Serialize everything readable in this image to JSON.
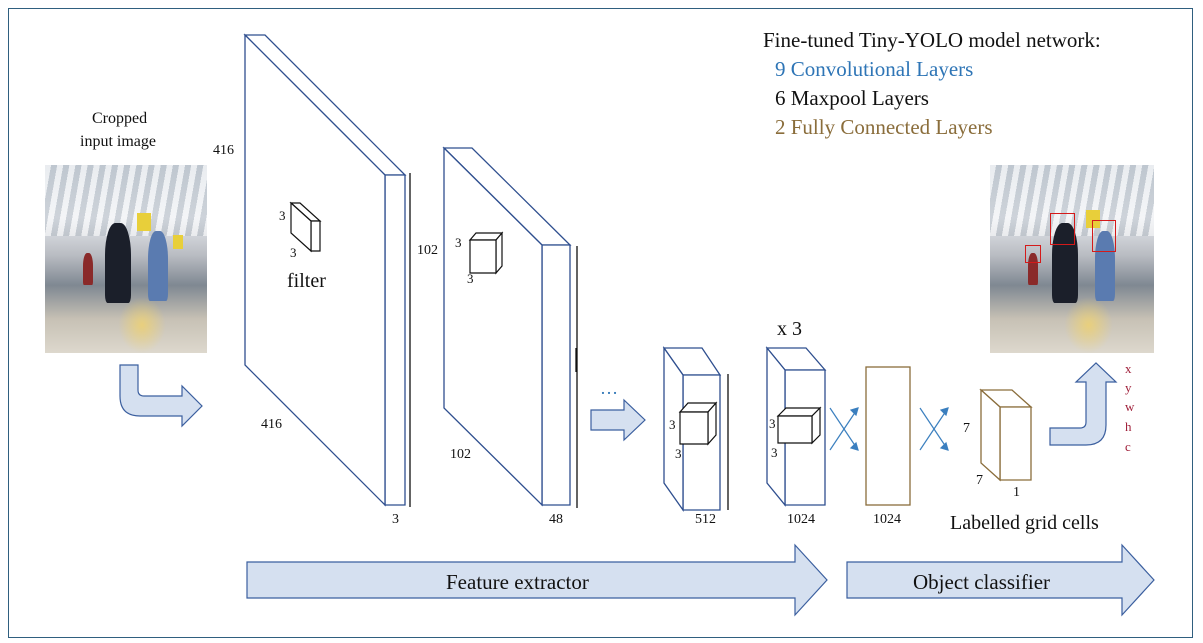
{
  "legend": {
    "title": "Fine-tuned Tiny-YOLO model network:",
    "items": [
      {
        "label": "9 Convolutional Layers",
        "color": "#2e75b6"
      },
      {
        "label": "6 Maxpool Layers",
        "color": "#111111"
      },
      {
        "label": "2 Fully Connected Layers",
        "color": "#8a6d3b"
      }
    ]
  },
  "input": {
    "caption_line1": "Cropped",
    "caption_line2": "input image"
  },
  "layer1": {
    "height": "416",
    "width": "416",
    "depth": "3",
    "filter_w": "3",
    "filter_h": "3",
    "filter_label": "filter"
  },
  "layer2": {
    "height": "102",
    "width": "102",
    "depth": "48",
    "filter_w": "3",
    "filter_h": "3"
  },
  "ellipsis": "…",
  "layer3": {
    "depth": "512",
    "filter_w": "3",
    "filter_h": "3"
  },
  "layer4": {
    "repeat": "x 3",
    "depth": "1024",
    "filter_w": "3",
    "filter_h": "3"
  },
  "fc": {
    "depth": "1024"
  },
  "grid": {
    "h": "7",
    "w": "7",
    "d": "1",
    "caption": "Labelled grid cells"
  },
  "outputs": [
    "x",
    "y",
    "w",
    "h",
    "c"
  ],
  "bottom": {
    "feature_label": "Feature extractor",
    "classifier_label": "Object classifier"
  },
  "colors": {
    "layer_stroke": "#2f4f8f",
    "fc_stroke": "#8a6d3b",
    "arrow_fill": "#d5e0f0",
    "arrow_stroke": "#3b5f9f",
    "output_color": "#a0203a"
  }
}
